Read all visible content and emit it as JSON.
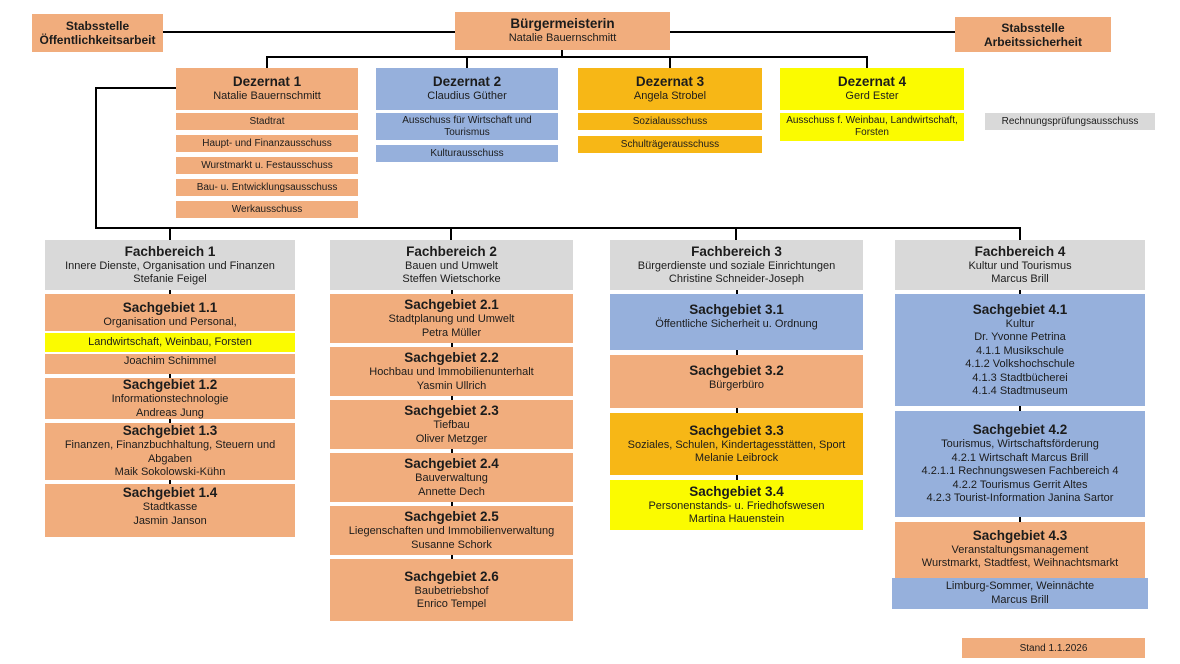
{
  "colors": {
    "orange": "#F1AD7D",
    "blue": "#96B0DC",
    "amber": "#F7B716",
    "yellow": "#FBFB00",
    "gray": "#D9D9D9",
    "line": "#000000"
  },
  "top": {
    "stab_left": {
      "line1": "Stabsstelle",
      "line2": "Öffentlichkeitsarbeit"
    },
    "mayor": {
      "title": "Bürgermeisterin",
      "name": "Natalie Bauernschmitt"
    },
    "stab_right": {
      "line1": "Stabsstelle",
      "line2": "Arbeitssicherheit"
    }
  },
  "dezernate": [
    {
      "title": "Dezernat 1",
      "name": "Natalie Bauernschmitt",
      "committees": [
        "Stadtrat",
        "Haupt- und Finanzausschuss",
        "Wurstmarkt u. Festausschuss",
        "Bau- u. Entwicklungsausschuss",
        "Werkausschuss"
      ]
    },
    {
      "title": "Dezernat 2",
      "name": "Claudius Güther",
      "committees": [
        "Ausschuss für Wirtschaft und Tourismus",
        "Kulturausschuss"
      ]
    },
    {
      "title": "Dezernat 3",
      "name": "Angela Strobel",
      "committees": [
        "Sozialausschuss",
        "Schulträgerausschuss"
      ]
    },
    {
      "title": "Dezernat 4",
      "name": "Gerd Ester",
      "committees": [
        "Ausschuss f. Weinbau, Landwirtschaft, Forsten"
      ]
    }
  ],
  "audit_committee": "Rechnungsprüfungsausschuss",
  "fachbereiche": [
    {
      "title": "Fachbereich 1",
      "subtitle": "Innere Dienste, Organisation und Finanzen",
      "name": "Stefanie Feigel",
      "sachgebiete": [
        {
          "title": "Sachgebiet 1.1",
          "lines": [
            "Organisation und Personal,",
            "Landwirtschaft, Weinbau, Forsten",
            "Joachim Schimmel"
          ]
        },
        {
          "title": "Sachgebiet 1.2",
          "lines": [
            "Informationstechnologie",
            "Andreas Jung"
          ]
        },
        {
          "title": "Sachgebiet 1.3",
          "lines": [
            "Finanzen, Finanzbuchhaltung, Steuern und Abgaben",
            "Maik Sokolowski-Kühn"
          ]
        },
        {
          "title": "Sachgebiet 1.4",
          "lines": [
            "Stadtkasse",
            "Jasmin Janson"
          ]
        }
      ]
    },
    {
      "title": "Fachbereich 2",
      "subtitle": "Bauen und Umwelt",
      "name": "Steffen Wietschorke",
      "sachgebiete": [
        {
          "title": "Sachgebiet 2.1",
          "lines": [
            "Stadtplanung und Umwelt",
            "Petra Müller"
          ]
        },
        {
          "title": "Sachgebiet 2.2",
          "lines": [
            "Hochbau und Immobilienunterhalt",
            "Yasmin Ullrich"
          ]
        },
        {
          "title": "Sachgebiet 2.3",
          "lines": [
            "Tiefbau",
            "Oliver Metzger"
          ]
        },
        {
          "title": "Sachgebiet 2.4",
          "lines": [
            "Bauverwaltung",
            "Annette Dech"
          ]
        },
        {
          "title": "Sachgebiet 2.5",
          "lines": [
            "Liegenschaften und Immobilienverwaltung",
            "Susanne Schork"
          ]
        },
        {
          "title": "Sachgebiet 2.6",
          "lines": [
            "Baubetriebshof",
            "Enrico Tempel"
          ]
        }
      ]
    },
    {
      "title": "Fachbereich 3",
      "subtitle": "Bürgerdienste und soziale Einrichtungen",
      "name": "Christine Schneider-Joseph",
      "sachgebiete": [
        {
          "title": "Sachgebiet 3.1",
          "lines": [
            "Öffentliche Sicherheit u. Ordnung"
          ]
        },
        {
          "title": "Sachgebiet 3.2",
          "lines": [
            "Bürgerbüro"
          ]
        },
        {
          "title": "Sachgebiet 3.3",
          "lines": [
            "Soziales, Schulen, Kindertagesstätten, Sport",
            "Melanie Leibrock"
          ]
        },
        {
          "title": "Sachgebiet 3.4",
          "lines": [
            "Personenstands- u. Friedhofswesen",
            "Martina Hauenstein"
          ]
        }
      ]
    },
    {
      "title": "Fachbereich 4",
      "subtitle": "Kultur und Tourismus",
      "name": "Marcus Brill",
      "sachgebiete": [
        {
          "title": "Sachgebiet 4.1",
          "lines": [
            "Kultur",
            "Dr. Yvonne Petrina",
            "4.1.1 Musikschule",
            "4.1.2 Volkshochschule",
            "4.1.3 Stadtbücherei",
            "4.1.4 Stadtmuseum"
          ]
        },
        {
          "title": "Sachgebiet 4.2",
          "lines": [
            "Tourismus, Wirtschaftsförderung",
            "4.2.1 Wirtschaft Marcus Brill",
            "4.2.1.1 Rechnungswesen Fachbereich 4",
            "4.2.2 Tourismus Gerrit Altes",
            "4.2.3 Tourist-Information Janina Sartor"
          ]
        },
        {
          "title": "Sachgebiet 4.3",
          "lines": [
            "Veranstaltungsmanagement",
            "Wurstmarkt, Stadtfest, Weihnachtsmarkt",
            "Limburg-Sommer, Weinnächte",
            "Marcus Brill"
          ]
        }
      ]
    }
  ],
  "footer": {
    "stand": "Stand 1.1.2026"
  }
}
